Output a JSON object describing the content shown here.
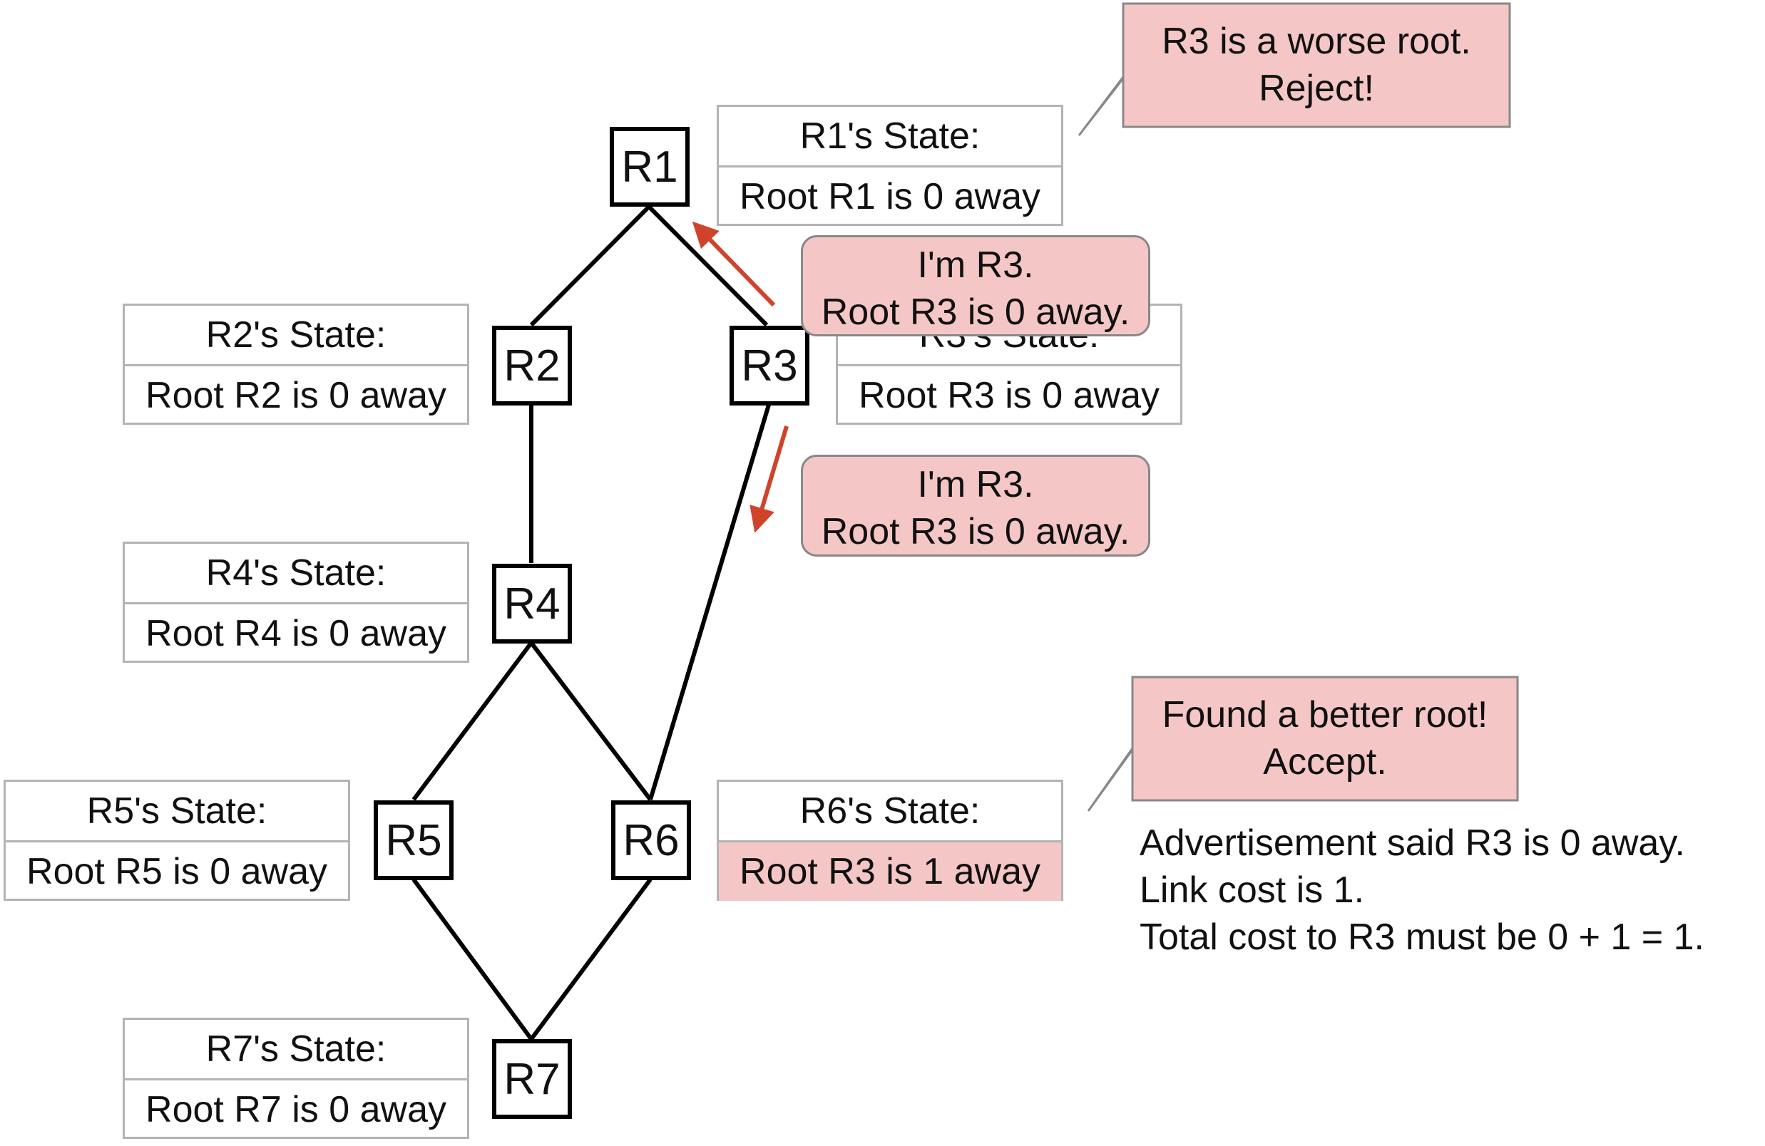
{
  "nodes": {
    "r1": "R1",
    "r2": "R2",
    "r3": "R3",
    "r4": "R4",
    "r5": "R5",
    "r6": "R6",
    "r7": "R7"
  },
  "states": {
    "r1": {
      "title": "R1's State:",
      "value": "Root R1 is 0 away"
    },
    "r2": {
      "title": "R2's State:",
      "value": "Root R2 is 0 away"
    },
    "r3": {
      "title": "R3's State:",
      "value": "Root R3 is 0 away"
    },
    "r4": {
      "title": "R4's State:",
      "value": "Root R4 is 0 away"
    },
    "r5": {
      "title": "R5's State:",
      "value": "Root R5 is 0 away"
    },
    "r6": {
      "title": "R6's State:",
      "value": "Root R3 is 1 away"
    },
    "r7": {
      "title": "R7's State:",
      "value": "Root R7 is 0 away"
    }
  },
  "messages": {
    "to_r1": {
      "line1": "I'm R3.",
      "line2": "Root R3 is 0 away."
    },
    "to_r6": {
      "line1": "I'm R3.",
      "line2": "Root R3 is 0 away."
    }
  },
  "callouts": {
    "r1": {
      "line1": "R3 is a worse root.",
      "line2": "Reject!"
    },
    "r6": {
      "line1": "Found a better root!",
      "line2": "Accept."
    }
  },
  "note": {
    "line1": "Advertisement said R3 is 0 away.",
    "line2": "Link cost is 1.",
    "line3": "Total cost to R3 must be 0 + 1 = 1."
  },
  "colors": {
    "highlight": "#f4c7c6",
    "arrow": "#d0432b",
    "box_border": "#b3b3b3"
  }
}
